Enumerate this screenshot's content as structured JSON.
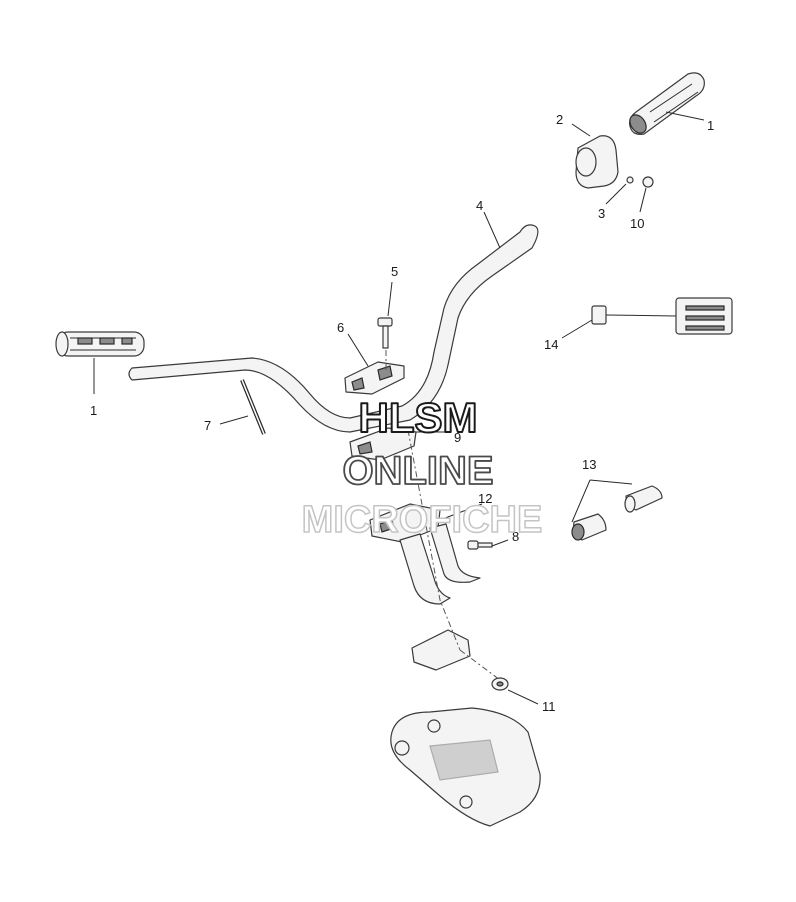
{
  "callouts": {
    "grip_right": "1",
    "grip_left": "1",
    "cover": "2",
    "screw_small": "3",
    "handlebar": "4",
    "bolt_clamp": "5",
    "clamp_upper": "6",
    "end_rod": "7",
    "screw_bracket": "8",
    "clamp_lower": "9",
    "nut_small": "10",
    "nut_flange": "11",
    "bracket": "12",
    "throttle_set": "13",
    "heater_switch": "14"
  },
  "watermark": {
    "line1": "HLSM",
    "line2": "ONLINE",
    "line3": "MICROFICHE"
  }
}
